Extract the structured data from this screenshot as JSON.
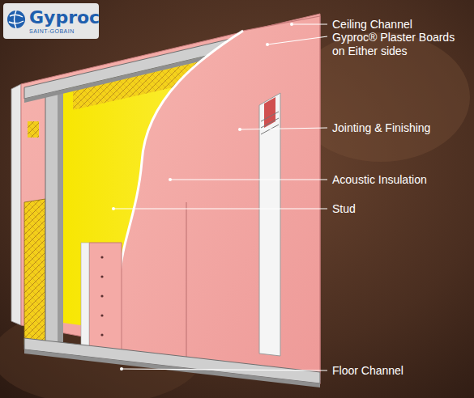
{
  "diagram": {
    "labels": [
      "Gyproc",
      "SAINT-GOBAIN",
      "Ceiling Channel",
      "Gyproc® Plaster Boards on Either sides",
      "Jointing & Finishing",
      "Acoustic Insulation",
      "Stud",
      "Floor Channel"
    ]
  }
}
